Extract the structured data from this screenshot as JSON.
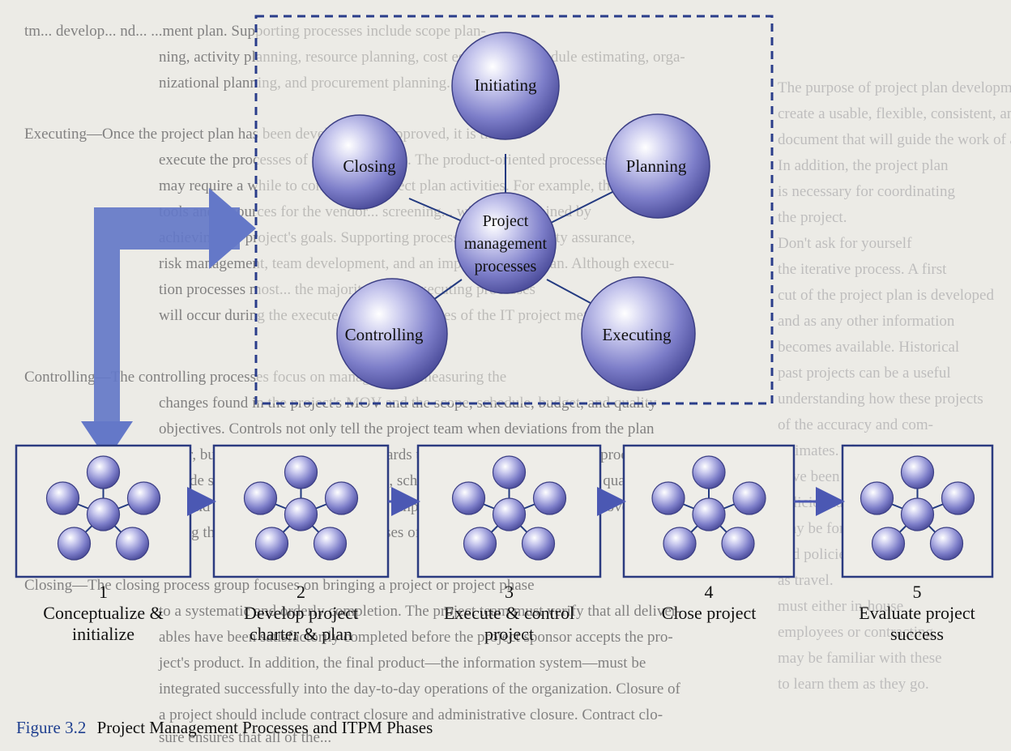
{
  "diagram": {
    "center_label_lines": [
      "Project",
      "management",
      "processes"
    ],
    "outer_processes": [
      {
        "id": "initiating",
        "label": "Initiating"
      },
      {
        "id": "planning",
        "label": "Planning"
      },
      {
        "id": "executing",
        "label": "Executing"
      },
      {
        "id": "controlling",
        "label": "Controlling"
      },
      {
        "id": "closing",
        "label": "Closing"
      }
    ],
    "phases": [
      {
        "number": "1",
        "lines": [
          "Conceptualize &",
          "initialize"
        ]
      },
      {
        "number": "2",
        "lines": [
          "Develop project",
          "charter & plan"
        ]
      },
      {
        "number": "3",
        "lines": [
          "Execute & control",
          "project"
        ]
      },
      {
        "number": "4",
        "lines": [
          "Close project"
        ]
      },
      {
        "number": "5",
        "lines": [
          "Evaluate project",
          "success"
        ]
      }
    ]
  },
  "caption": {
    "figure": "Figure 3.2",
    "title": "Project Management Processes and ITPM Phases"
  },
  "bleed_text": {
    "left": [
      "tm... develop... nd... ...ment plan. Supporting processes include scope plan-",
      "ning, activity planning, resource planning, cost estimating, schedule estimating, orga-",
      "nizational planning, and procurement planning.",
      "Executing—Once the project plan has been developed and approved, it is time to",
      "execute the processes of the project plan. The product-oriented processes",
      "may require a while to complete... project plan activities. For example, the",
      "tools and resources for the vendor... screening... will be determined by",
      "achieving the project's goals. Supporting processes include quality assurance,",
      "risk management, team development, and an implementation plan. Although execu-",
      "tion processes most... the majority of the executing processes",
      "will occur during the execute and control phases of the IT project methodology.",
      "Controlling—The controlling processes focus on managing and measuring the",
      "changes found in the project's MOV and the scope, schedule, budget, and quality",
      "objectives. Controls not only tell the project team when deviations from the plan",
      "occur, but also measure progress towards the project's goal. Supporting processes",
      "include scope control, change control, schedule control, budget control, quality con-",
      "trol, and a communications plan. The emphasis on controlling processes overlaps",
      "during the execution and control phases of the IT project methodology.",
      "Closing—The closing process group focuses on bringing a project or project phase",
      "to a systematic and orderly completion. The project team must verify that all deliver-",
      "ables have been satisfactorily completed before the project sponsor accepts the pro-",
      "ject's product. In addition, the final product—the information system—must be",
      "integrated successfully into the day-to-day operations of the organization. Closure of",
      "a project should include contract closure and administrative closure. Contract clo-",
      "sure ensures that all of the..."
    ],
    "right": [
      "The purpose of project plan development is to",
      "create a usable, flexible, consistent, and logical",
      "document that will guide the work of activities.",
      "In addition, the project plan",
      "is necessary for coordinating",
      "the project.",
      "Don't ask for yourself",
      "the iterative process. A first",
      "cut of the project plan is developed",
      "and as any other information",
      "becomes available. Historical",
      "past projects can be a useful",
      "understanding how these projects",
      "of the accuracy and com-",
      "estimates. They can also",
      "have been taken.",
      "policies can be a source",
      "may be formal or informal",
      "and policies may have to",
      "as travel.",
      "must either in-house",
      "employees or contracting",
      "may be familiar with these",
      "to learn them as they go."
    ]
  }
}
